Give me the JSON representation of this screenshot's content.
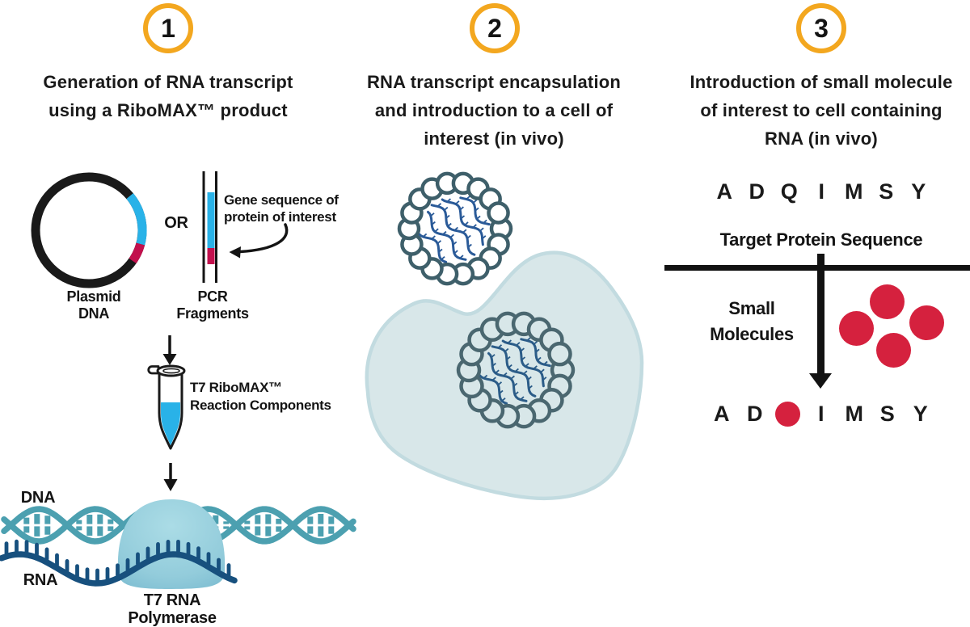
{
  "steps": [
    {
      "number": "1",
      "title": "Generation of RNA transcript\nusing a RiboMAX™ product"
    },
    {
      "number": "2",
      "title": "RNA transcript encapsulation\nand introduction to a cell of\ninterest (in vivo)"
    },
    {
      "number": "3",
      "title": "Introduction of small molecule\nof interest to cell containing\nRNA (in vivo)"
    }
  ],
  "step1": {
    "plasmid_label": "Plasmid\nDNA",
    "or_label": "OR",
    "pcr_label": "PCR\nFragments",
    "gene_sequence_label": "Gene sequence of\nprotein of interest",
    "tube_label": "T7 RiboMAX™\nReaction Components",
    "dna_label": "DNA",
    "rna_label": "RNA",
    "polymerase_label": "T7 RNA\nPolymerase"
  },
  "step3": {
    "sequence_top": [
      "A",
      "D",
      "Q",
      "I",
      "M",
      "S",
      "Y"
    ],
    "target_label": "Target Protein Sequence",
    "small_molecules_label": "Small\nMolecules",
    "sequence_bottom": [
      "A",
      "D",
      "I",
      "M",
      "S",
      "Y"
    ]
  },
  "colors": {
    "step_ring_orange": "#F3A71F",
    "text_black": "#1A1A1A",
    "cyan": "#29B2E8",
    "crimson": "#C2104D",
    "molecule_red": "#D5213E",
    "dna_teal": "#4CA0B0",
    "rna_navy": "#17507E",
    "polymerase_light": "#A9DBE5",
    "polymerase_dark": "#7FBED2",
    "cell_fill": "#D8E7E9",
    "cell_stroke": "#C2DBE0",
    "nanoparticle_ring": "#3E5F6A",
    "nanoparticle_rna": "#2A5A98"
  }
}
